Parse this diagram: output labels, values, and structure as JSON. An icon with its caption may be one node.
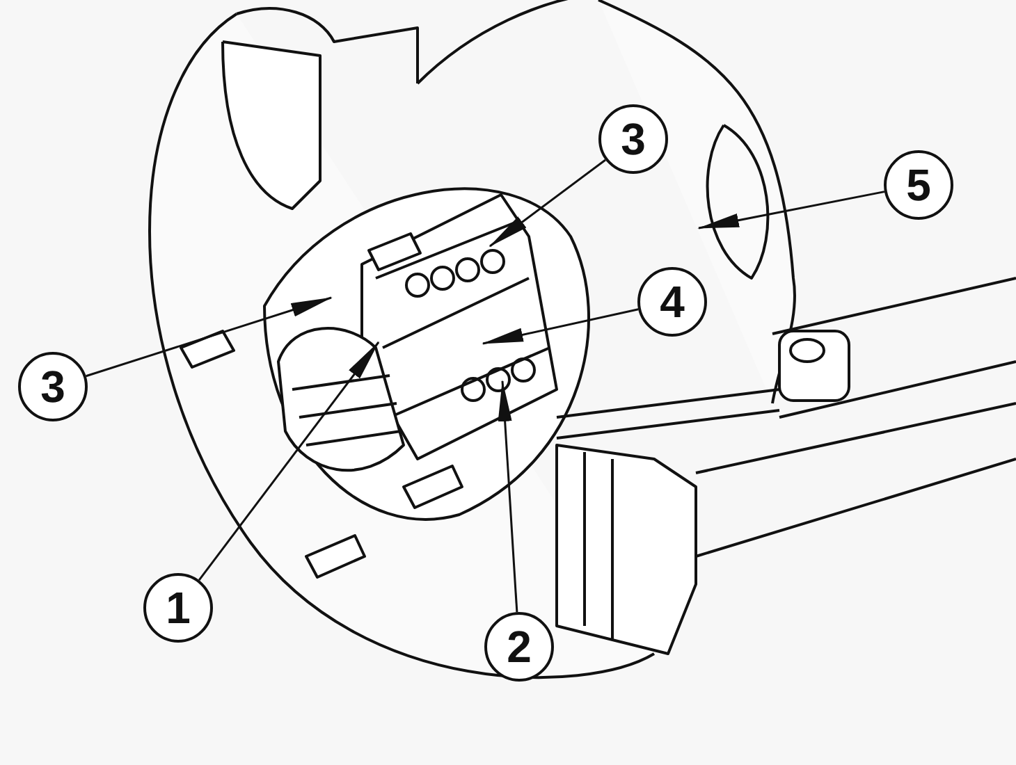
{
  "diagram": {
    "nodes": [
      {
        "text": [
          "3"
        ]
      },
      {
        "text": [
          "5"
        ]
      },
      {
        "text": [
          "4"
        ]
      },
      {
        "text": [
          "3"
        ]
      },
      {
        "text": [
          "1"
        ]
      },
      {
        "text": [
          "2"
        ]
      }
    ],
    "edges": [
      {
        "from": 0,
        "to": null,
        "arrow": "to"
      },
      {
        "from": 1,
        "to": null,
        "arrow": "to"
      },
      {
        "from": 2,
        "to": null,
        "arrow": "to"
      },
      {
        "from": 3,
        "to": null,
        "arrow": "to"
      },
      {
        "from": 4,
        "to": null,
        "arrow": "to"
      },
      {
        "from": 5,
        "to": null,
        "arrow": "to"
      }
    ]
  }
}
